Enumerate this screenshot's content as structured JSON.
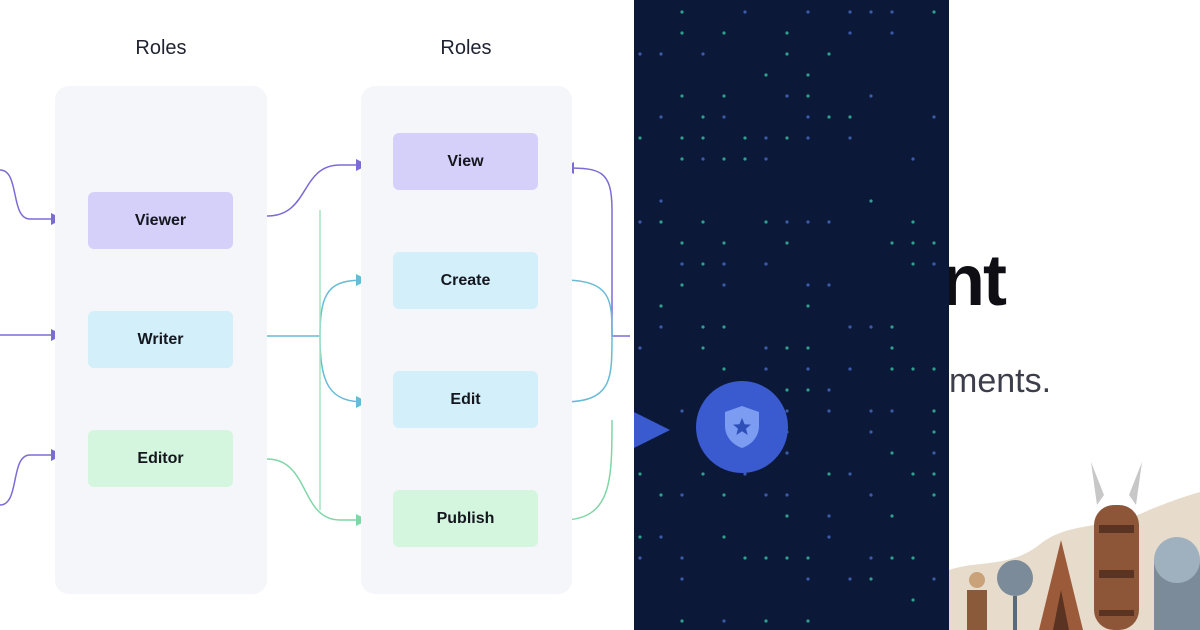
{
  "diagram": {
    "left_column_title": "Roles",
    "right_column_title": "Roles",
    "roles": [
      {
        "label": "Viewer",
        "color": "#d4d0fa"
      },
      {
        "label": "Writer",
        "color": "#d3eff9"
      },
      {
        "label": "Editor",
        "color": "#d5f6de"
      }
    ],
    "permissions": [
      {
        "label": "View",
        "color": "#d4d0fa"
      },
      {
        "label": "Create",
        "color": "#d3eff9"
      },
      {
        "label": "Edit",
        "color": "#d3eff9"
      },
      {
        "label": "Publish",
        "color": "#d5f6de"
      }
    ],
    "line_colors": {
      "purple": "#7b6bd6",
      "teal": "#66bcd6",
      "green": "#7fd6a6"
    }
  },
  "hero": {
    "headline_fragment": "nt",
    "subtitle_fragment": "ments."
  },
  "icons": {
    "shield": "shield-star-icon",
    "play": "play-triangle-icon"
  },
  "colors": {
    "dark_panel": "#0b1838",
    "accent_blue": "#3a5ad0"
  }
}
